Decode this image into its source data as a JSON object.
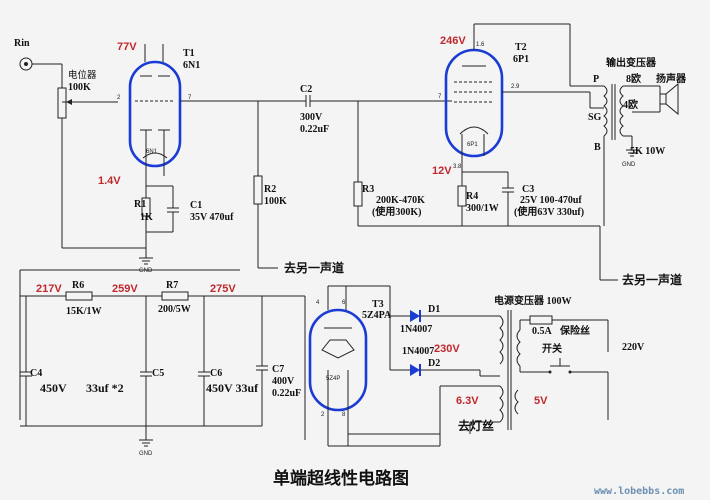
{
  "title": "单端超线性电路图",
  "watermark": "www.lobebbs.com",
  "input": {
    "label": "Rin"
  },
  "pot": {
    "name": "电位器",
    "value": "100K"
  },
  "tubes": {
    "t1": {
      "ref": "T1",
      "type": "6N1",
      "inner": "6N1",
      "plate_voltage": "77V",
      "cathode_voltage": "1.4V"
    },
    "t2": {
      "ref": "T2",
      "type": "6P1",
      "inner": "6P1",
      "plate_voltage": "246V",
      "cathode_voltage": "12V"
    },
    "t3": {
      "ref": "T3",
      "type": "5Z4PA",
      "inner": "5Z4P"
    }
  },
  "pins": {
    "t1_grid": "2",
    "t1_plate": "7",
    "t2_grid": "7",
    "t2_screen": "2.9",
    "t2_plate": "1.6",
    "t2_cathode": "3.8",
    "t3_a": "4",
    "t3_b": "6",
    "t3_c": "2",
    "t3_d": "8"
  },
  "parts": {
    "r1": {
      "ref": "R1",
      "value": "1K"
    },
    "c1": {
      "ref": "C1",
      "value": "35V 470uf"
    },
    "r2": {
      "ref": "R2",
      "value": "100K"
    },
    "c2": {
      "ref": "C2",
      "value": "300V",
      "value2": "0.22uF"
    },
    "r3": {
      "ref": "R3",
      "value": "200K-470K",
      "value2": "(使用300K)"
    },
    "r4": {
      "ref": "R4",
      "value": "300/1W"
    },
    "c3": {
      "ref": "C3",
      "value": "25V 100-470uf",
      "value2": "(使用63V 330uf)"
    },
    "r6": {
      "ref": "R6",
      "value": "15K/1W"
    },
    "r7": {
      "ref": "R7",
      "value": "200/5W"
    },
    "c4": {
      "ref": "C4",
      "value": "450V"
    },
    "c5": {
      "ref": "C5",
      "value": "33uf *2"
    },
    "c6": {
      "ref": "C6",
      "value": "450V 33uf"
    },
    "c7": {
      "ref": "C7",
      "value": "400V",
      "value2": "0.22uF"
    },
    "d1": {
      "ref": "D1",
      "value": "1N4007"
    },
    "d2": {
      "ref": "D2",
      "value": "1N4007"
    }
  },
  "rails": {
    "v217": "217V",
    "v259": "259V",
    "v275": "275V"
  },
  "gnd": "GND",
  "to_other_channel": "去另一声道",
  "output_transformer": {
    "name": "输出变压器",
    "p": "P",
    "sg": "SG",
    "b": "B",
    "ohm8": "8欧",
    "ohm4": "4欧",
    "spec": "5K 10W"
  },
  "speaker": "扬声器",
  "power_transformer": {
    "name": "电源变压器 100W",
    "v230": "230V",
    "v63": "6.3V",
    "v5": "5V",
    "heater": "去灯丝"
  },
  "fuse": {
    "value": "0.5A",
    "name": "保险丝"
  },
  "switch": "开关",
  "mains": "220V"
}
